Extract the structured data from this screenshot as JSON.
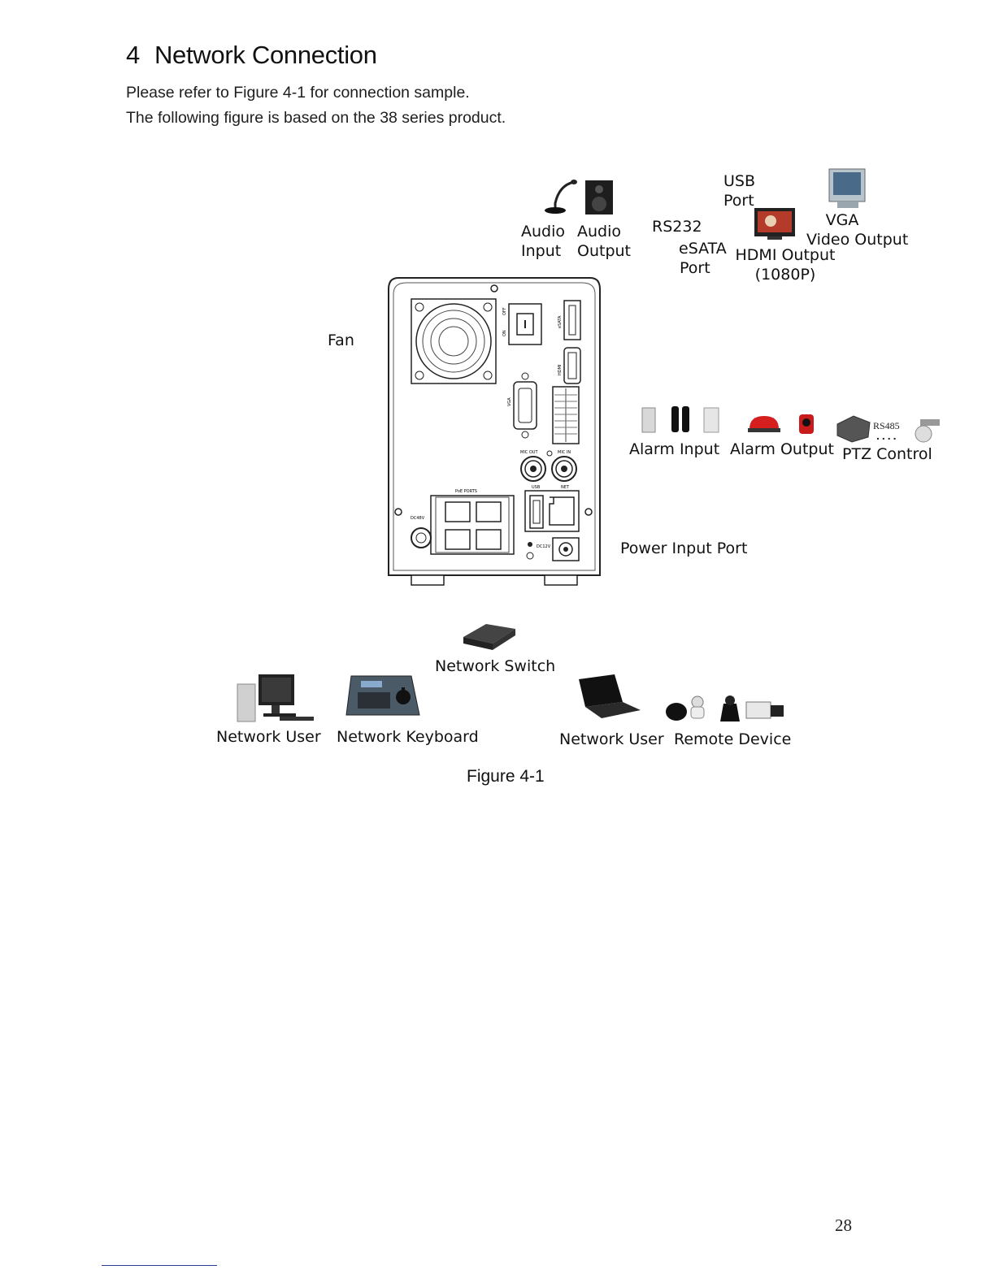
{
  "document": {
    "section_number": "4",
    "section_title": "Network Connection",
    "paragraphs": [
      "Please refer to Figure 4-1 for connection sample.",
      "The following figure is based on the 38 series product."
    ],
    "figure_caption": "Figure 4-1",
    "page_number": "28"
  },
  "figure": {
    "labels": {
      "audio_input": [
        "Audio",
        "Input"
      ],
      "audio_output": [
        "Audio",
        "Output"
      ],
      "rs232": "RS232",
      "esata_port": [
        "eSATA",
        "Port"
      ],
      "usb_port": [
        "USB",
        "Port"
      ],
      "hdmi_output": [
        "HDMI Output",
        "(1080P)"
      ],
      "vga": [
        "VGA",
        "Video Output"
      ],
      "fan": "Fan",
      "alarm_input": "Alarm Input",
      "alarm_output": "Alarm Output",
      "ptz_control": "PTZ  Control",
      "rs485": "RS485",
      "power_input_port": "Power Input Port",
      "network_switch": "Network Switch",
      "network_user_left": "Network User",
      "network_keyboard": "Network Keyboard",
      "network_user_right": "Network User",
      "remote_device": "Remote Device"
    },
    "panel_labels": {
      "off": "OFF",
      "on": "ON",
      "esata": "eSATA",
      "hdmi": "HDMI",
      "vga": "VGA",
      "mic_out": "MIC OUT",
      "mic_in": "MIC IN",
      "usb": "USB",
      "net": "NET",
      "poe_ports": "PoE PORTS",
      "dc48v": "DC48V",
      "dc12v": "DC12V"
    }
  }
}
